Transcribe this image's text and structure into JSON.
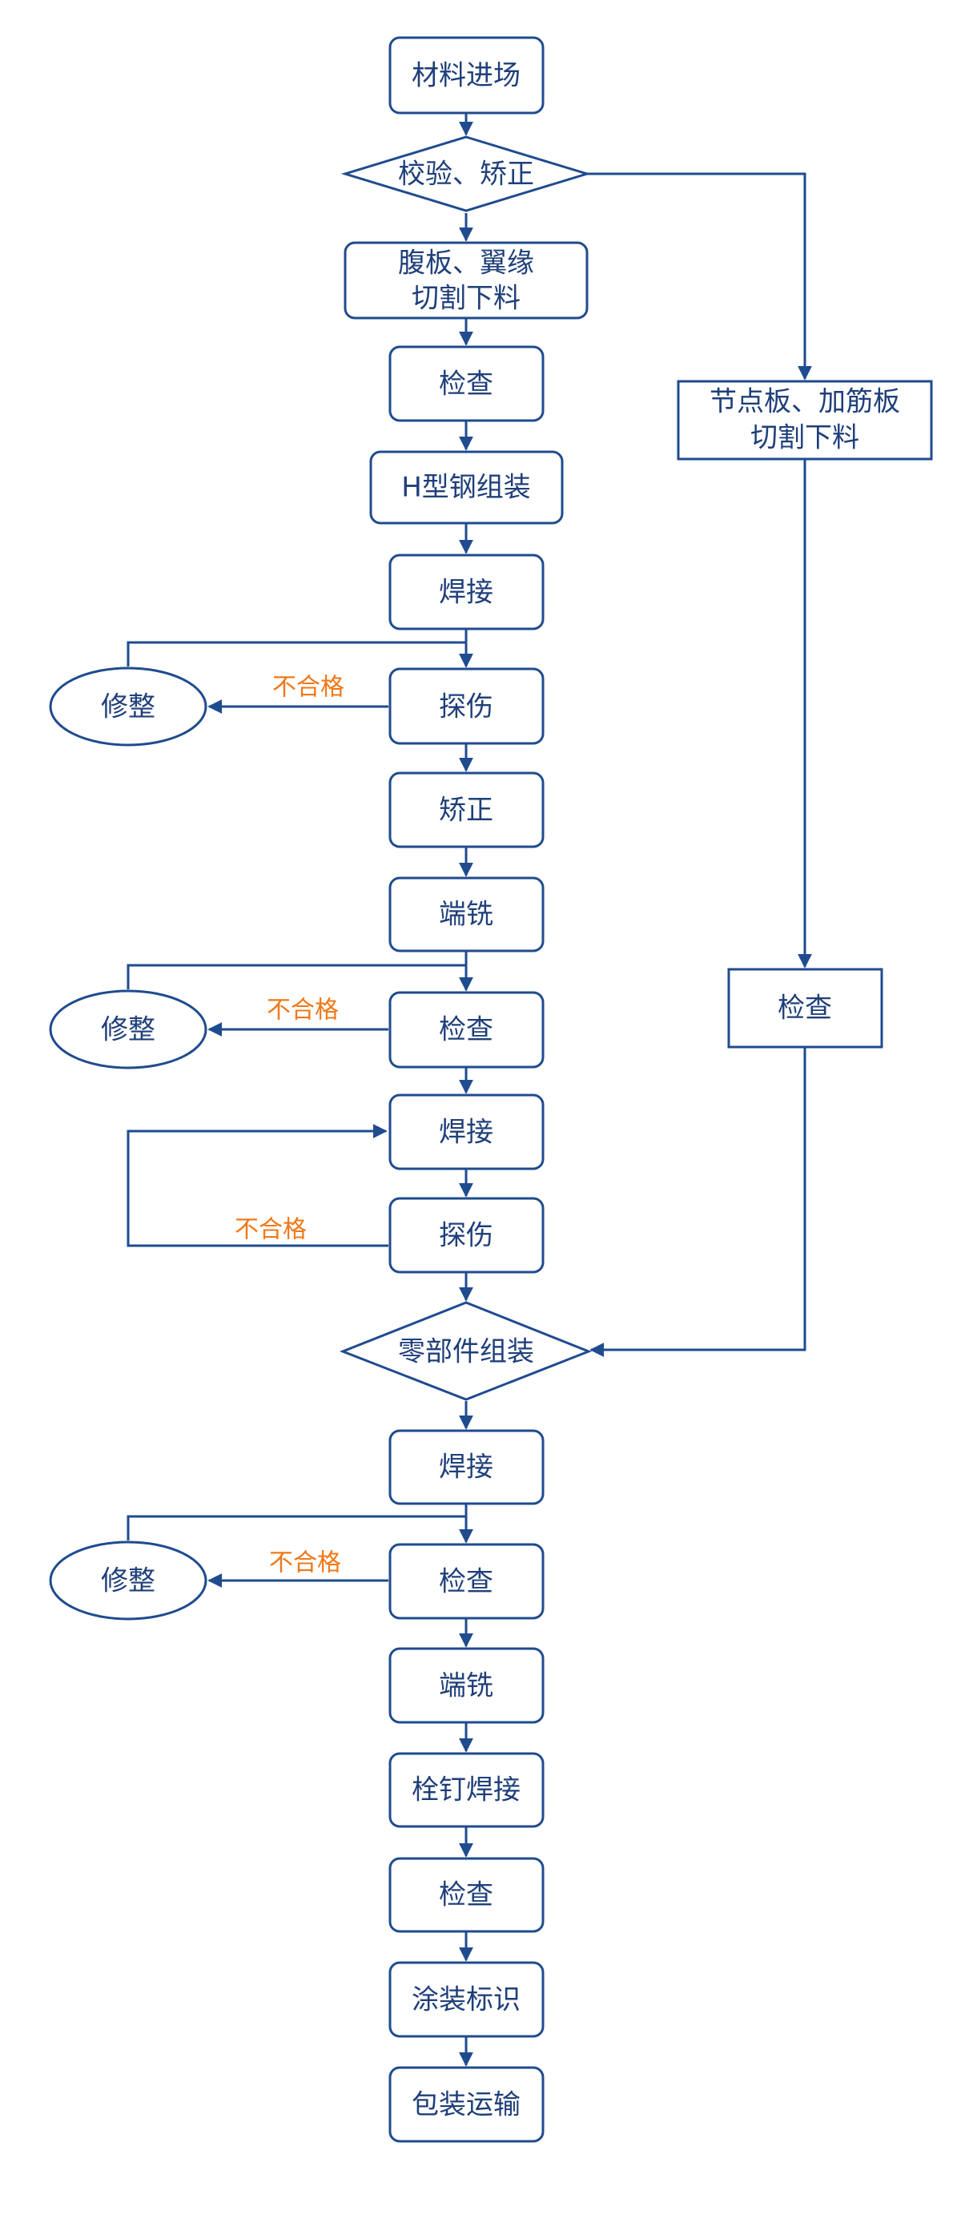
{
  "colors": {
    "line": "#1f4b8f",
    "text": "#1f3f7a",
    "flag": "#f07818",
    "background": "#ffffff"
  },
  "nodes": {
    "n1": "材料进场",
    "n2": "校验、矫正",
    "n3a": "腹板、翼缘",
    "n3b": "切割下料",
    "n4": "检查",
    "n5": "H型钢组装",
    "n6": "焊接",
    "n7": "探伤",
    "n8": "矫正",
    "n9": "端铣",
    "n10": "检查",
    "n11": "焊接",
    "n12": "探伤",
    "n13": "零部件组装",
    "n14": "焊接",
    "n15": "检查",
    "n16": "端铣",
    "n17": "栓钉焊接",
    "n18": "检查",
    "n19": "涂装标识",
    "n20": "包装运输",
    "r1a": "节点板、加筋板",
    "r1b": "切割下料",
    "r2": "检查",
    "fix1": "修整",
    "fix2": "修整",
    "fix3": "修整"
  },
  "flags": {
    "f1": "不合格",
    "f2": "不合格",
    "f3": "不合格",
    "f4": "不合格"
  }
}
